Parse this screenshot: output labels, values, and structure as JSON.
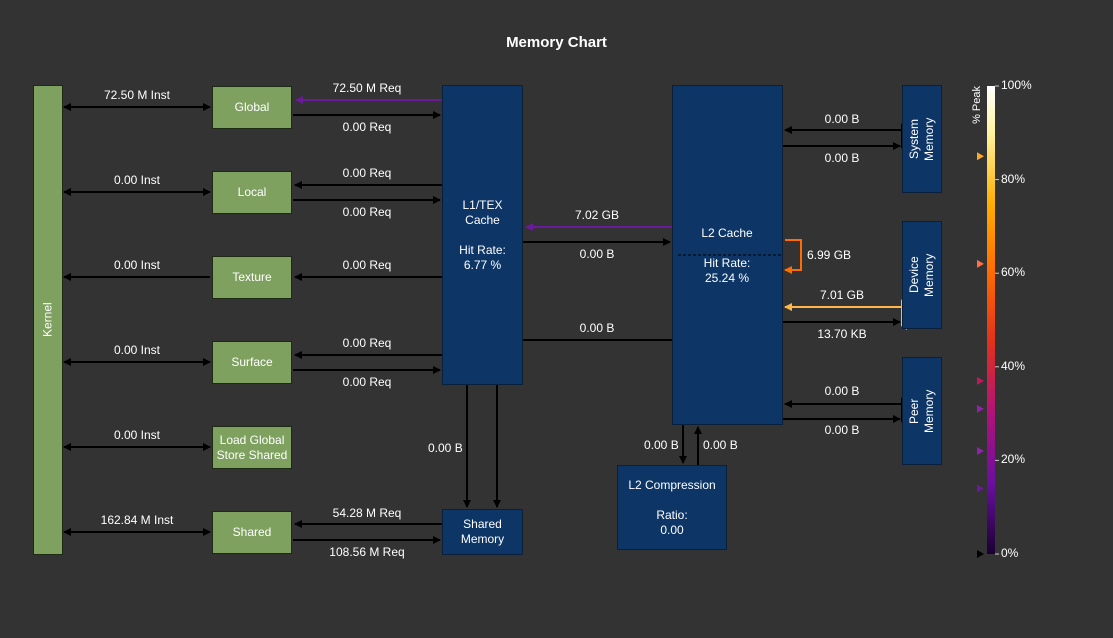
{
  "title": "Memory Chart",
  "units": {
    "kernel": "Kernel",
    "global": "Global",
    "local": "Local",
    "texture": "Texture",
    "surface": "Surface",
    "lgss": "Load Global\nStore Shared",
    "shared": "Shared",
    "l1tex": "L1/TEX\nCache\n\nHit Rate:\n6.77 %",
    "shared_memory": "Shared\nMemory",
    "l2cache_name": "L2 Cache",
    "l2cache_hit": "Hit Rate:\n25.24 %",
    "l2comp": "L2 Compression\n\nRatio:\n0.00",
    "system_memory": "System\nMemory",
    "device_memory": "Device\nMemory",
    "peer_memory": "Peer\nMemory"
  },
  "links": {
    "kernel_global": "72.50 M Inst",
    "kernel_local": "0.00 Inst",
    "kernel_texture": "0.00 Inst",
    "kernel_surface": "0.00 Inst",
    "kernel_lgss": "0.00 Inst",
    "kernel_shared": "162.84 M Inst",
    "global_l1_load": "72.50 M Req",
    "global_l1_store": "0.00 Req",
    "local_l1_load": "0.00 Req",
    "local_l1_store": "0.00 Req",
    "texture_l1": "0.00 Req",
    "surface_l1_load": "0.00 Req",
    "surface_l1_store": "0.00 Req",
    "shared_sm_load": "54.28 M Req",
    "shared_sm_store": "108.56 M Req",
    "l1_sharedmem": "0.00 B",
    "l2_l1": "7.02 GB",
    "l1_l2": "0.00 B",
    "l2_sharedmem": "0.00 B",
    "l2_comp_down": "0.00 B",
    "l2_comp_up": "0.00 B",
    "l2_self": "6.99 GB",
    "sys_read": "0.00 B",
    "sys_write": "0.00 B",
    "dev_read": "7.01 GB",
    "dev_write": "13.70 KB",
    "peer_read": "0.00 B",
    "peer_write": "0.00 B"
  },
  "legend": {
    "axis_label": "% Peak",
    "ticks": [
      "100%",
      "80%",
      "60%",
      "40%",
      "20%",
      "0%"
    ],
    "markers_pct": [
      85,
      62,
      37,
      31,
      22,
      14,
      0
    ]
  },
  "colors": {
    "background": "#333333",
    "unit_green": "#7ea15f",
    "unit_blue": "#0d3566",
    "arrow": "#000000",
    "purple": "#6a1b9a",
    "magenta": "#c2185b",
    "orange": "#ff6d00",
    "light_orange": "#ffb74d"
  }
}
